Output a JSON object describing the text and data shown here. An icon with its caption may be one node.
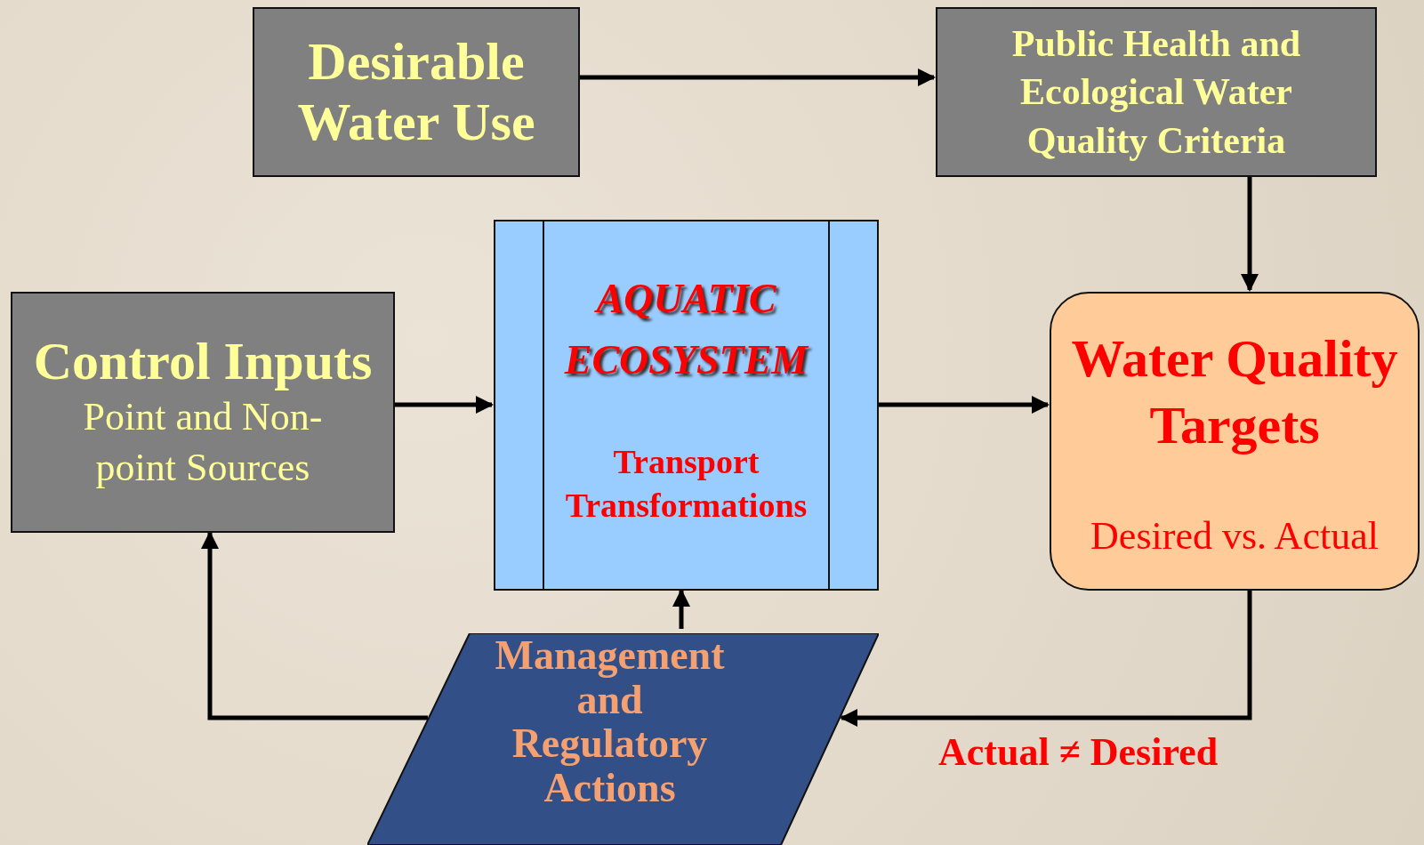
{
  "diagram": {
    "nodes": [
      {
        "text": [
          "Desirable Water Use"
        ]
      },
      {
        "text": [
          "Public Health and Ecological Water Quality Criteria"
        ]
      },
      {
        "text": [
          "Control Inputs",
          "Point and Non-point Sources"
        ]
      },
      {
        "text": [
          "AQUATIC ECOSYSTEM",
          "Transport Transformations"
        ]
      },
      {
        "text": [
          "Water Quality Targets",
          "Desired vs. Actual"
        ]
      },
      {
        "text": [
          "Management and Regulatory Actions"
        ]
      }
    ],
    "edges": [
      {
        "from": 0,
        "to": 1,
        "arrow": "to"
      },
      {
        "from": 1,
        "to": 4,
        "arrow": "to"
      },
      {
        "from": 2,
        "to": 3,
        "arrow": "to"
      },
      {
        "from": 3,
        "to": 4,
        "arrow": "to"
      },
      {
        "from": 4,
        "to": 5,
        "arrow": "to",
        "label": "Actual ≠ Desired"
      },
      {
        "from": 5,
        "to": 3,
        "arrow": "to"
      },
      {
        "from": 5,
        "to": 2,
        "arrow": "to"
      }
    ]
  }
}
